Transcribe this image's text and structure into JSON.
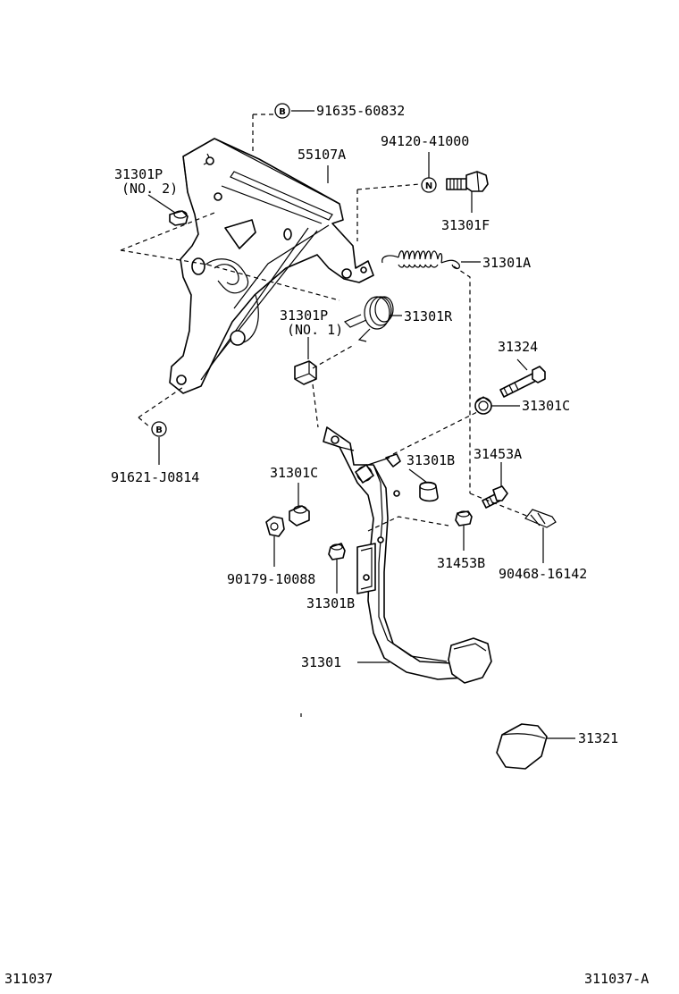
{
  "labels": {
    "p91635": "91635-60832",
    "p94120": "94120-41000",
    "p55107A": "55107A",
    "p31301P_no2_a": "31301P",
    "p31301P_no2_b": "(NO. 2)",
    "p31301F": "31301F",
    "p31301A": "31301A",
    "p31301P_no1_a": "31301P",
    "p31301P_no1_b": "(NO. 1)",
    "p31301R": "31301R",
    "p31324": "31324",
    "p31301C_right": "31301C",
    "p91621": "91621-J0814",
    "p31301B_top": "31301B",
    "p31453A": "31453A",
    "p31301C_left": "31301C",
    "p90179": "90179-10088",
    "p31453B": "31453B",
    "p90468": "90468-16142",
    "p31301B_bottom": "31301B",
    "p31301": "31301",
    "p31321": "31321"
  },
  "symbols": {
    "b_top": "B",
    "n": "N",
    "b_bottom": "B"
  },
  "footer": {
    "left": "311037",
    "right": "311037-A"
  }
}
